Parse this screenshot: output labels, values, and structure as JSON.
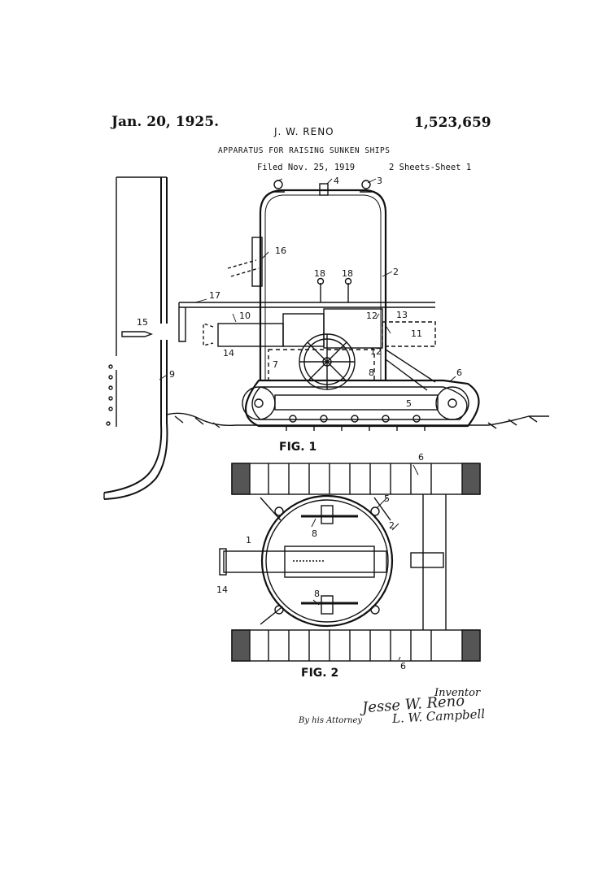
{
  "header": {
    "date": "Jan. 20, 1925.",
    "inventor": "J. W. RENO",
    "patent_number": "1,523,659"
  },
  "title": "APPARATUS FOR RAISING SUNKEN SHIPS",
  "filing": {
    "filed": "Filed Nov. 25, 1919",
    "sheets": "2 Sheets-Sheet 1"
  },
  "figures": {
    "fig1": {
      "caption": "FIG. 1",
      "labels": [
        "2",
        "3",
        "4",
        "5",
        "6",
        "7",
        "8",
        "9",
        "10",
        "11",
        "12",
        "12",
        "13",
        "14",
        "15",
        "16",
        "17",
        "18",
        "18"
      ]
    },
    "fig2": {
      "caption": "FIG. 2",
      "labels": [
        "1",
        "2",
        "5",
        "6",
        "6",
        "8",
        "8",
        "14"
      ]
    }
  },
  "signature_block": {
    "role_label": "Inventor",
    "inventor_signature": "Jesse W. Reno",
    "by_label": "By his Attorney",
    "attorney_signature": "L. W. Campbell"
  }
}
